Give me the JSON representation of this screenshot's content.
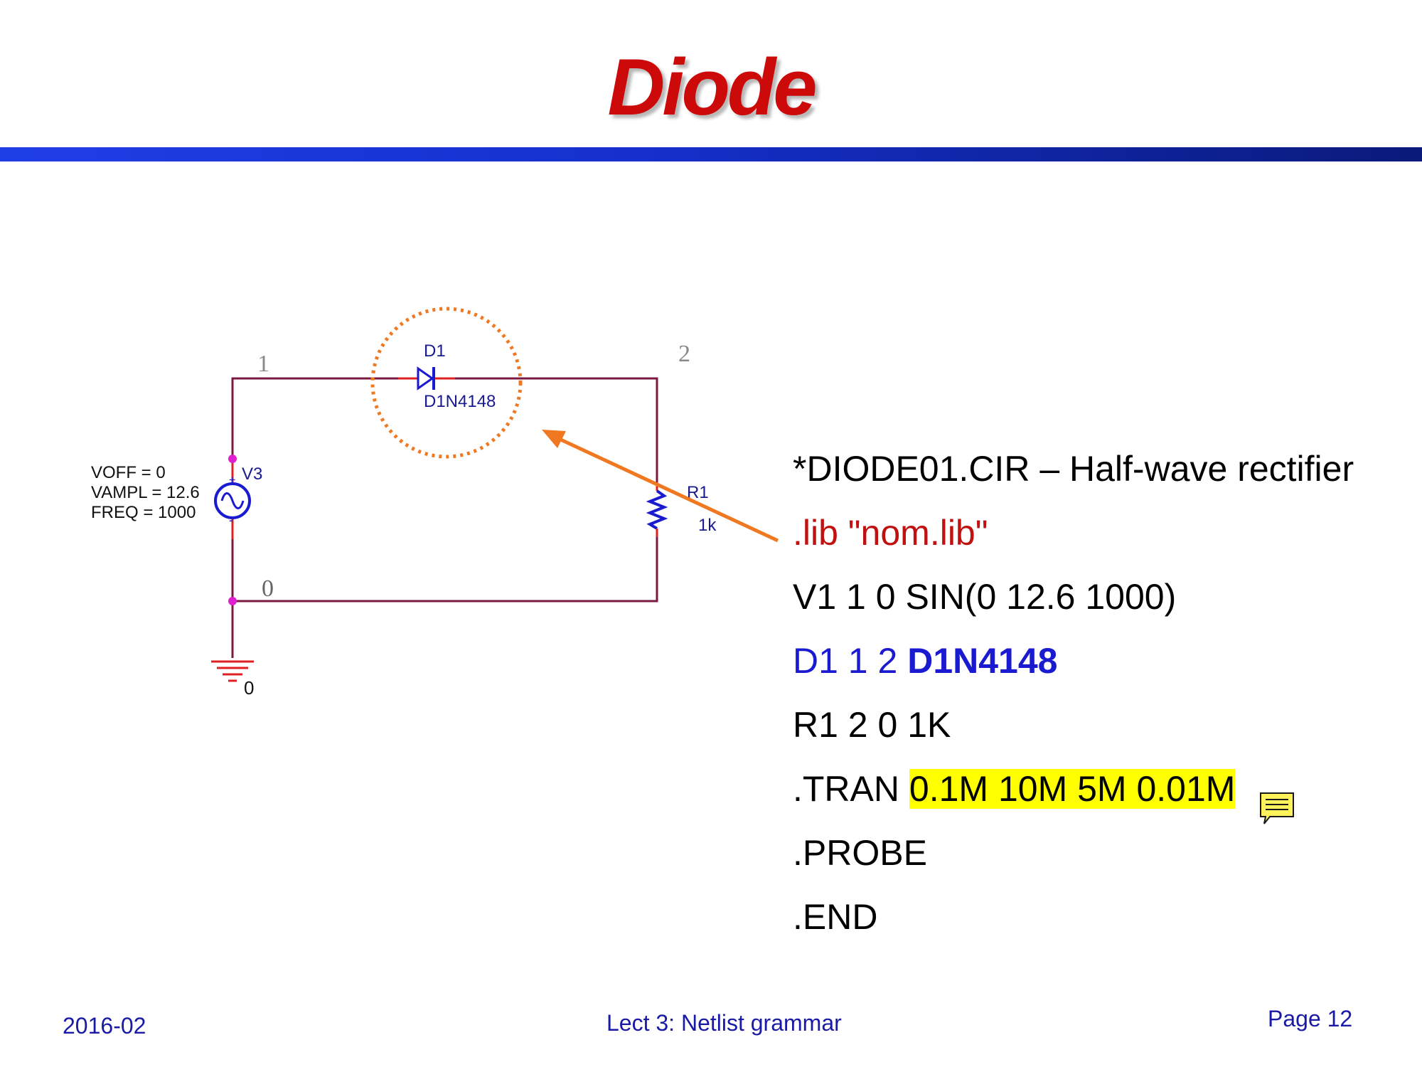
{
  "title": "Diode",
  "schematic": {
    "node_1": "1",
    "node_2": "2",
    "node_0": "0",
    "ground_label": "0",
    "diode_ref": "D1",
    "diode_model": "D1N4148",
    "resistor_ref": "R1",
    "resistor_value": "1k",
    "source_ref": "V3",
    "source_params": [
      "VOFF = 0",
      "VAMPL = 12.6",
      "FREQ = 1000"
    ]
  },
  "netlist": {
    "line1": "*DIODE01.CIR – Half-wave rectifier",
    "line2": ".lib \"nom.lib\"",
    "line3": "V1 1 0 SIN(0 12.6 1000)",
    "line4_prefix": "D1 1 2 ",
    "line4_model": "D1N4148",
    "line5": "R1 2 0 1K",
    "line6_prefix": ".TRAN ",
    "line6_args": "0.1M 10M 5M 0.01M",
    "line7": ".PROBE",
    "line8": ".END"
  },
  "colors": {
    "title": "#cc0a0a",
    "wire": "#7a1840",
    "component": "#1a1ad0",
    "pin": "#e02020",
    "ground": "#e02020",
    "junction": "#e020d0",
    "highlight_circle": "#f07820",
    "arrow": "#f07820",
    "lib_line": "#c01010",
    "diode_line": "#1a1ad0",
    "highlight_bg": "#ffff00",
    "footer": "#1a1aa6"
  },
  "footer": {
    "date": "2016-02",
    "course": "Lect 3: Netlist grammar",
    "page": "Page 12"
  },
  "icons": {
    "note": "comment-note-icon"
  }
}
